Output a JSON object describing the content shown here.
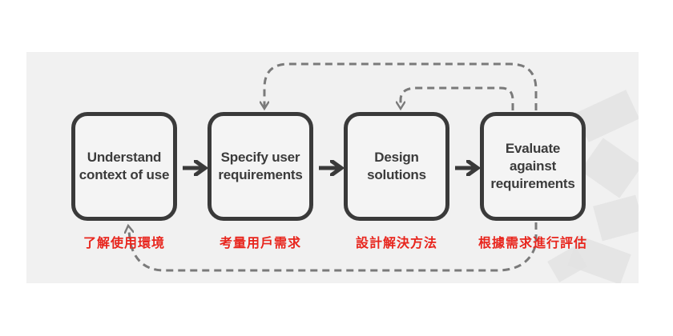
{
  "diagram": {
    "title": "User-centred design process",
    "colors": {
      "box_border": "#3a3a3a",
      "box_text": "#3b3b3b",
      "chinese_label": "#e8251d",
      "arrow": "#3a3a3a",
      "feedback_arrow": "#7a7a7a",
      "panel_background": "#f1f1f1"
    },
    "steps": [
      {
        "id": "understand",
        "label": "Understand\ncontext of use",
        "label_zh": "了解使用環境"
      },
      {
        "id": "specify",
        "label": "Specify user\nrequirements",
        "label_zh": "考量用戶需求"
      },
      {
        "id": "design",
        "label": "Design\nsolutions",
        "label_zh": "設計解決方法"
      },
      {
        "id": "evaluate",
        "label": "Evaluate\nagainst\nrequirements",
        "label_zh": "根據需求進行評估"
      }
    ],
    "forward_arrows": [
      {
        "from": "understand",
        "to": "specify"
      },
      {
        "from": "specify",
        "to": "design"
      },
      {
        "from": "design",
        "to": "evaluate"
      }
    ],
    "feedback_arrows": [
      {
        "from": "evaluate",
        "to": "specify",
        "style": "dashed",
        "route": "top-outer"
      },
      {
        "from": "evaluate",
        "to": "design",
        "style": "dashed",
        "route": "top-inner"
      },
      {
        "from": "evaluate",
        "to": "understand",
        "style": "dashed",
        "route": "bottom"
      }
    ]
  }
}
